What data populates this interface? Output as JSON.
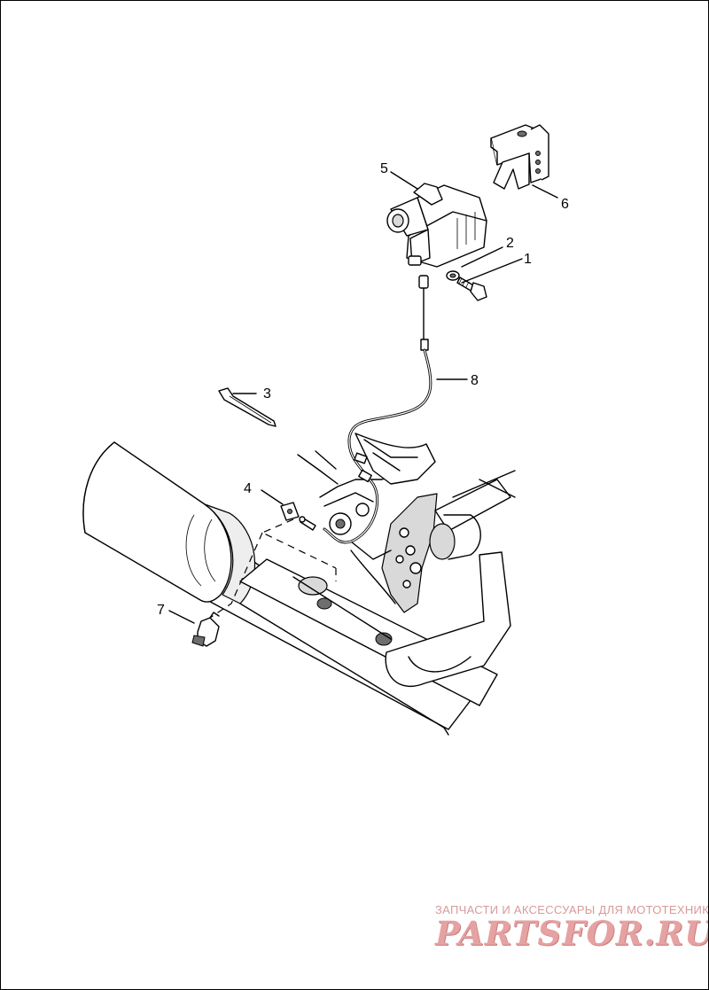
{
  "callouts": {
    "c1": "1",
    "c2": "2",
    "c3": "3",
    "c4": "4",
    "c5": "5",
    "c6": "6",
    "c7": "7",
    "c8": "8"
  },
  "watermark": {
    "caption": "ЗАПЧАСТИ И АКСЕССУАРЫ ДЛЯ МОТОТЕХНИКИ",
    "logo": "PARTSFOR.RU",
    "color": "#e6a2a2"
  },
  "icons": {
    "drawing": "exploded-parts-diagram"
  }
}
